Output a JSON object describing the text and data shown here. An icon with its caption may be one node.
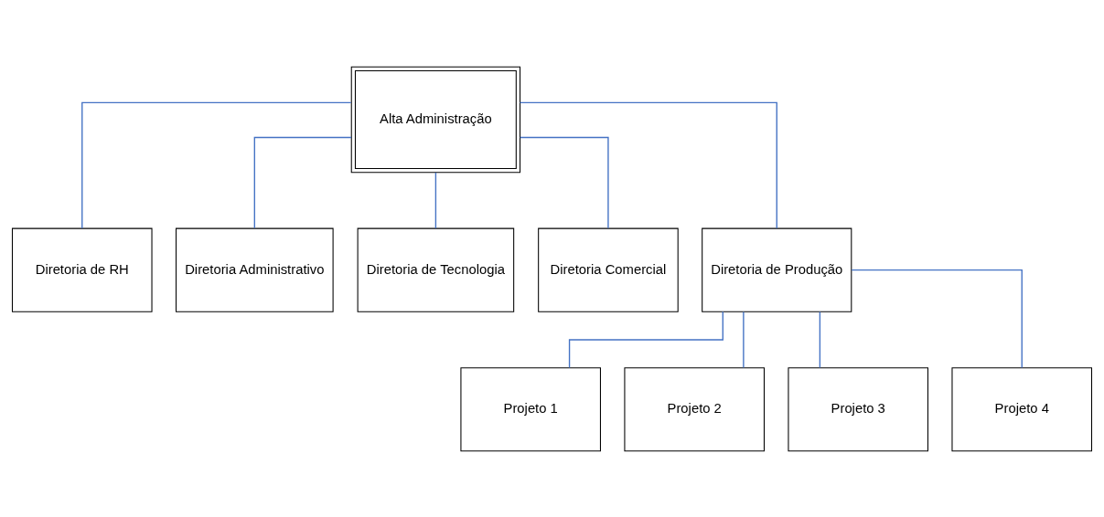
{
  "diagram": {
    "nodes": [
      {
        "text": [
          "Alta Administração"
        ]
      },
      {
        "text": [
          "Diretoria de RH"
        ]
      },
      {
        "text": [
          "Diretoria Administrativo"
        ]
      },
      {
        "text": [
          "Diretoria de Tecnologia"
        ]
      },
      {
        "text": [
          "Diretoria Comercial"
        ]
      },
      {
        "text": [
          "Diretoria de Produção"
        ]
      },
      {
        "text": [
          "Projeto 1"
        ]
      },
      {
        "text": [
          "Projeto 2"
        ]
      },
      {
        "text": [
          "Projeto 3"
        ]
      },
      {
        "text": [
          "Projeto 4"
        ]
      }
    ],
    "edges": [
      {
        "from": 0,
        "to": 1,
        "arrow": "none"
      },
      {
        "from": 0,
        "to": 2,
        "arrow": "none"
      },
      {
        "from": 0,
        "to": 3,
        "arrow": "none"
      },
      {
        "from": 0,
        "to": 4,
        "arrow": "none"
      },
      {
        "from": 0,
        "to": 5,
        "arrow": "none"
      },
      {
        "from": 5,
        "to": 6,
        "arrow": "none"
      },
      {
        "from": 5,
        "to": 7,
        "arrow": "none"
      },
      {
        "from": 5,
        "to": 8,
        "arrow": "none"
      },
      {
        "from": 5,
        "to": 9,
        "arrow": "none"
      }
    ]
  }
}
